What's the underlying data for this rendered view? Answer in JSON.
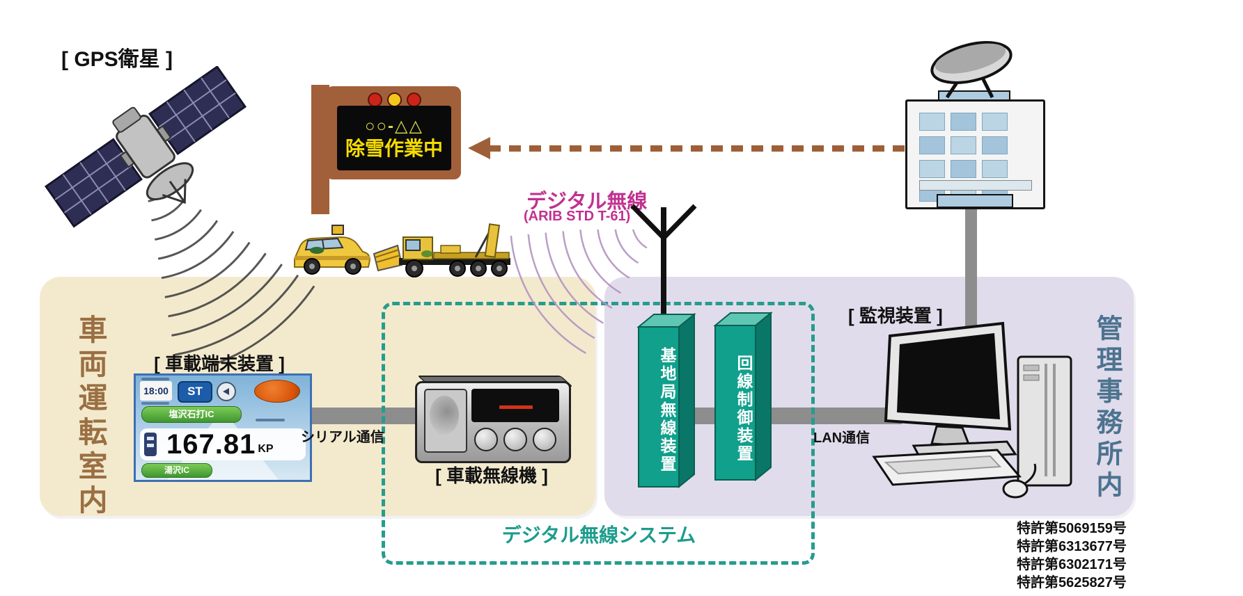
{
  "diagram": {
    "gps_label": "[ GPS衛星 ]",
    "sign": {
      "route": "○○-△△",
      "status": "除雪作業中"
    },
    "digital_radio": {
      "title": "デジタル無線",
      "standard": "(ARIB STD T-61)"
    },
    "zones": {
      "left": "車両運転室内",
      "right": "管理事務所内"
    },
    "labels": {
      "terminal": "[ 車載端末装置 ]",
      "vehicle_radio": "[ 車載無線機 ]",
      "monitoring": "[ 監視装置 ]",
      "serial": "シリアル通信",
      "lan": "LAN通信",
      "system": "デジタル無線システム",
      "base_station": "基地局無線装置",
      "line_control": "回線制御装置"
    },
    "terminal_display": {
      "time": "18:00",
      "mode_badge": "ST",
      "ic_top": "塩沢石打IC",
      "ic_bottom": "湯沢IC",
      "kp_value": "167.81",
      "kp_unit": "KP"
    },
    "patents": [
      "特許第5069159号",
      "特許第6313677号",
      "特許第6302171号",
      "特許第5625827号"
    ],
    "colors": {
      "zone_left_bg": "#F3EACE",
      "zone_right_bg": "#E1DCEB",
      "system_border_teal": "#259C8E",
      "tower_teal": "#0FA38D",
      "sign_brown": "#A05C32",
      "arrow_brown": "#9E5F38",
      "magenta": "#C13190",
      "sign_text_yellow": "#F7DC00",
      "zone_left_text": "#9A6F42",
      "zone_right_text": "#4C7390",
      "connector_gray": "#8D8D8D"
    }
  }
}
